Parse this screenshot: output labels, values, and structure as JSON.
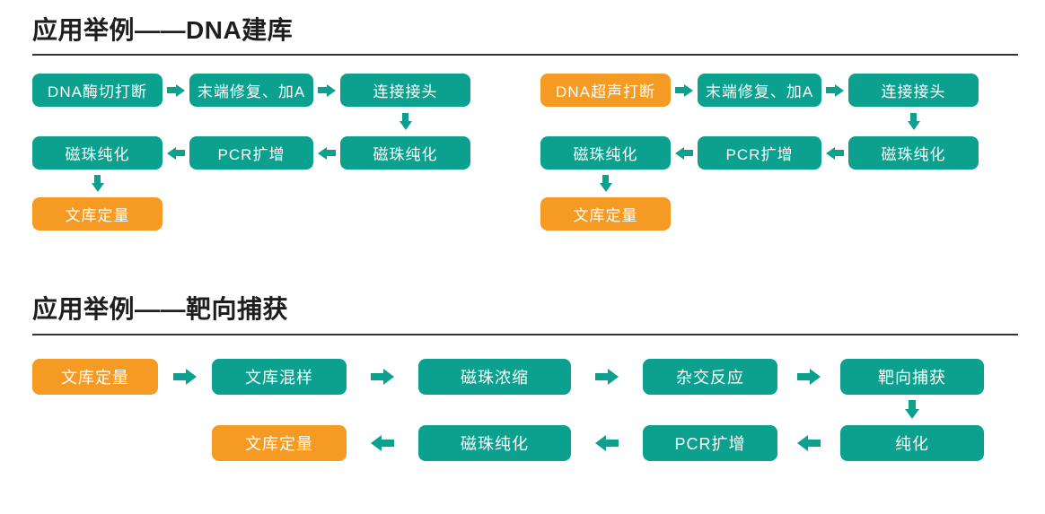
{
  "colors": {
    "teal": "#0CA08F",
    "orange": "#F59A23",
    "title_text": "#1E1E1E",
    "box_text": "#FFFFFF"
  },
  "section_dna": {
    "title": "应用举例——DNA建库",
    "flow_enzyme": {
      "step1": "DNA酶切打断",
      "step2": "末端修复、加A",
      "step3": "连接接头",
      "step4": "磁珠纯化",
      "step5": "PCR扩增",
      "step6": "磁珠纯化",
      "step7": "文库定量"
    },
    "flow_ultrasonic": {
      "step1": "DNA超声打断",
      "step2": "末端修复、加A",
      "step3": "连接接头",
      "step4": "磁珠纯化",
      "step5": "PCR扩增",
      "step6": "磁珠纯化",
      "step7": "文库定量"
    }
  },
  "section_capture": {
    "title": "应用举例——靶向捕获",
    "flow": {
      "step1": "文库定量",
      "step2": "文库混样",
      "step3": "磁珠浓缩",
      "step4": "杂交反应",
      "step5": "靶向捕获",
      "step6": "纯化",
      "step7": "PCR扩增",
      "step8": "磁珠纯化",
      "step9": "文库定量"
    }
  }
}
